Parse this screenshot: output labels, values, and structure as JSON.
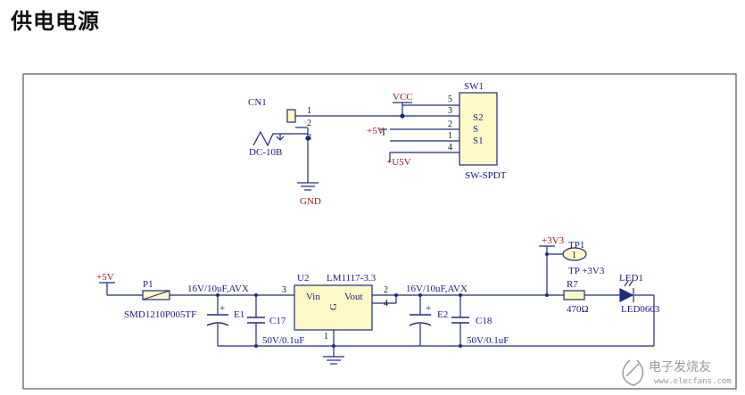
{
  "heading": "供电电源",
  "colors": {
    "wire": "#1f2a7a",
    "net": "#a01818",
    "body": "#fff9c8",
    "frame": "#333333"
  },
  "labels": {
    "cn1": "CN1",
    "dc10b": "DC-10B",
    "gnd": "GND",
    "vcc": "VCC",
    "p5v_top": "+5V",
    "u5v": "+U5V",
    "sw1": "SW1",
    "sw_spdt": "SW-SPDT",
    "sw_s2": "S2",
    "sw_s": "S",
    "sw_s1": "S1",
    "p5v_left": "+5V",
    "p1": "P1",
    "smd": "SMD1210P005TF",
    "e1_spec": "16V/10uF,AVX",
    "e1": "E1",
    "c17": "C17",
    "c17_spec": "50V/0.1uF",
    "u2": "U2",
    "lm": "LM1117-3.3",
    "vin": "Vin",
    "vout": "Vout",
    "g": "G",
    "e2_spec": "16V/10uF,AVX",
    "e2": "E2",
    "c18": "C18",
    "c18_spec": "50V/0.1uF",
    "p3v3": "+3V3",
    "tp1": "TP1",
    "tp_val": "TP +3V3",
    "r7": "R7",
    "r7_val": "470Ω",
    "led1": "LED1",
    "led0603": "LED0603",
    "plus": "+",
    "watermark": "电子发烧友",
    "watermark_url": "www.elecfans.com"
  },
  "pins": {
    "cn1": [
      "1",
      "2",
      "3"
    ],
    "sw1": [
      "5",
      "3",
      "2",
      "1",
      "4"
    ],
    "u2_in": "3",
    "u2_out": "2",
    "u2_aux": "4",
    "u2_gnd": "1",
    "tp1": "1"
  }
}
